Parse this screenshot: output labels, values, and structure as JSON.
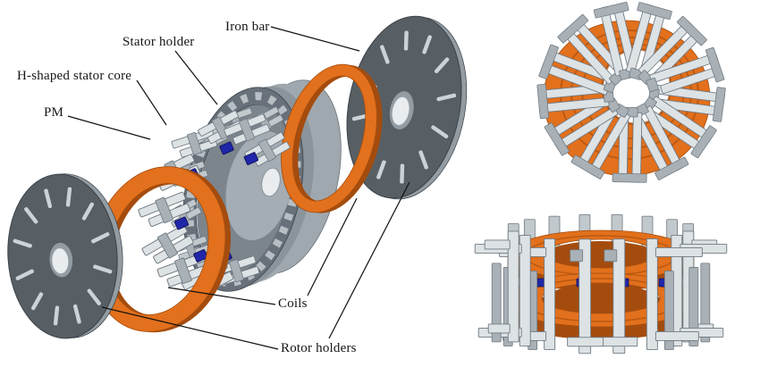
{
  "figure": {
    "background": "#ffffff",
    "labels": {
      "stator_holder": "Stator holder",
      "iron_bar": "Iron bar",
      "h_core": "H-shaped stator core",
      "pm": "PM",
      "coils": "Coils",
      "rotor_holders": "Rotor holders"
    },
    "colors": {
      "coil": "#e2701c",
      "coil_dark": "#a44c0e",
      "coil_groove": "#b3540f",
      "rotor": "#575f64",
      "rotor_edge": "#939ca2",
      "rotor_dark": "#39424a",
      "slot": "#ccd3d7",
      "core_light": "#dde2e5",
      "core_mid": "#a9b1b7",
      "core_back": "#c2c9cd",
      "core_edge": "#6f7981",
      "holder_light": "#9fa8ae",
      "holder_mid": "#8b949a",
      "holder_rim": "#68717a",
      "holder_teeth": "#b7bfc4",
      "holder_inner": "#7c858c",
      "holder_floor": "#a4adb3",
      "hub_hole": "#e9edef",
      "pm": "#2026a8",
      "pm_edge": "#13165e",
      "leader": "#101010"
    }
  }
}
